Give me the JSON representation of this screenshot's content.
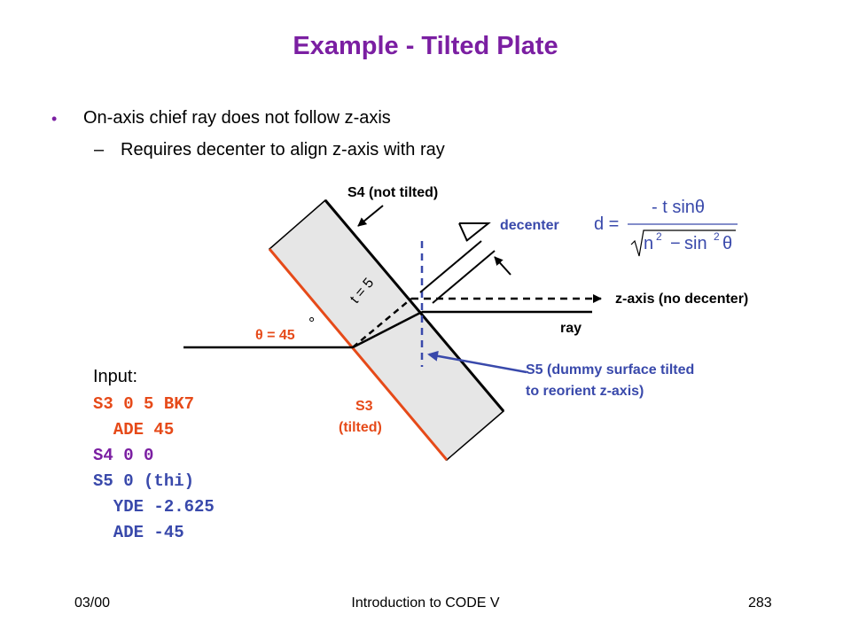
{
  "slide": {
    "title": "Example - Tilted Plate",
    "bullet_marker": "•",
    "sub_marker": "–",
    "bullets": [
      {
        "text": "On-axis chief ray does not follow z-axis"
      },
      {
        "text": "Requires decenter to align z-axis with ray"
      }
    ]
  },
  "diagram": {
    "s4_label": "S4 (not tilted)",
    "decenter_label": "decenter",
    "zaxis_label": "z-axis (no decenter)",
    "ray_label": "ray",
    "thickness_label": "t = 5",
    "angle_label": "θ = 45",
    "degree_symbol": "°",
    "s3_label_line1": "S3",
    "s3_label_line2": "(tilted)",
    "s5_label_line1": "S5 (dummy surface tilted",
    "s5_label_line2": "to reorient z-axis)",
    "formula": {
      "lhs": "d =",
      "numerator": "- t sinθ",
      "denominator_n": "n",
      "denominator_exp1": "2",
      "denominator_minus": "−",
      "denominator_sin": "sin",
      "denominator_exp2": "2",
      "denominator_theta": "θ"
    }
  },
  "input": {
    "heading": "Input:",
    "lines": [
      {
        "text": "S3 0 5 BK7",
        "color": "#e64a19"
      },
      {
        "text": "  ADE 45",
        "color": "#e64a19"
      },
      {
        "text": "S4 0 0",
        "color": "#7b1fa2"
      },
      {
        "text": "S5 0 (thi)",
        "color": "#3949ab"
      },
      {
        "text": "  YDE -2.625",
        "color": "#3949ab"
      },
      {
        "text": "  ADE -45",
        "color": "#3949ab"
      }
    ]
  },
  "footer": {
    "date": "03/00",
    "course": "Introduction to CODE V",
    "page": "283"
  },
  "colors": {
    "title": "#7b1fa2",
    "orange": "#e64a19",
    "blue": "#3949ab",
    "plate_fill": "#e6e6e6"
  }
}
